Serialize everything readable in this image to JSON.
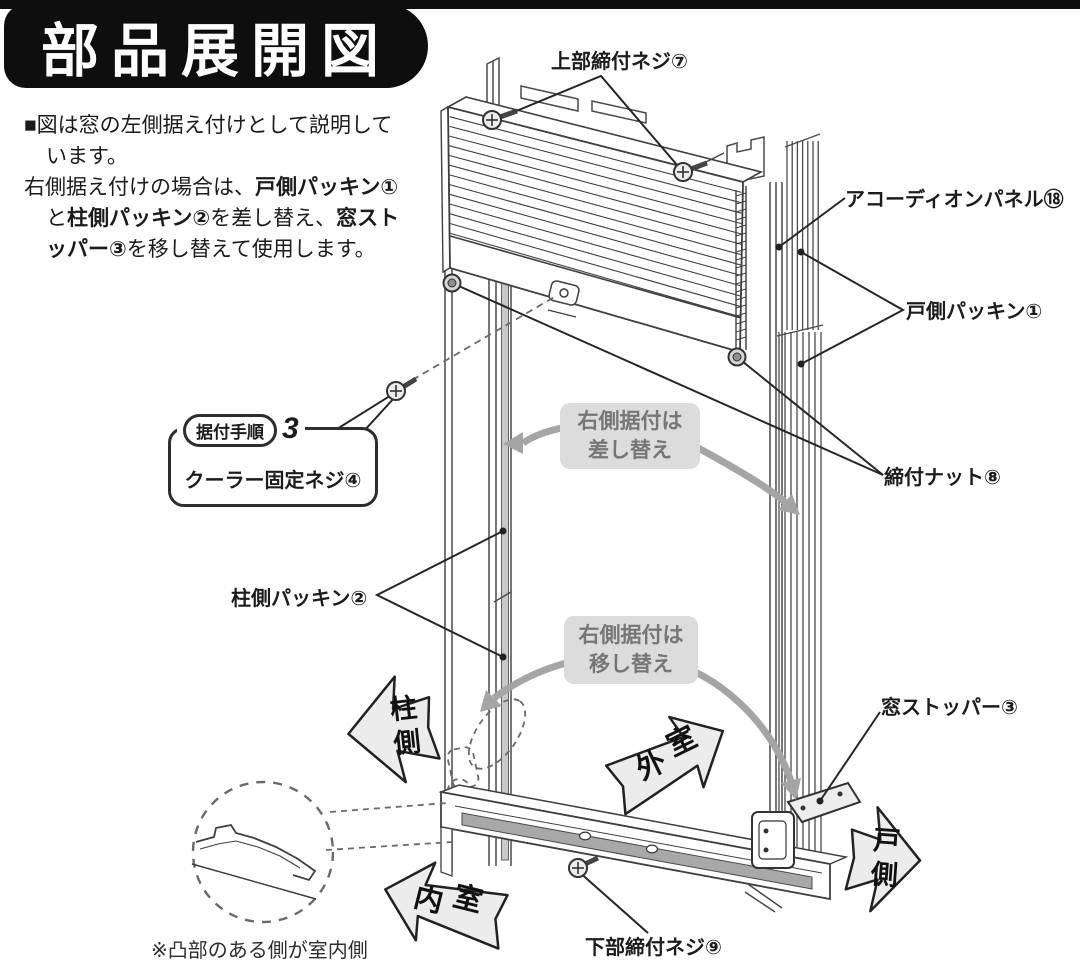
{
  "title": "部品展開図",
  "description": {
    "bullet_paragraphs": [
      {
        "segments": [
          {
            "text": "■図は窓の左側据え付けとして説明しています。",
            "bold": false
          }
        ]
      },
      {
        "segments": [
          {
            "text": "右側据え付けの場合は、",
            "bold": false
          },
          {
            "text": "戸側パッキン①",
            "bold": true
          },
          {
            "text": "と",
            "bold": false
          },
          {
            "text": "柱側パッキン②",
            "bold": true
          },
          {
            "text": "を差し替え、",
            "bold": false
          },
          {
            "text": "窓ストッパー③",
            "bold": true
          },
          {
            "text": "を移し替えて使用します。",
            "bold": false
          }
        ]
      }
    ]
  },
  "part_labels": {
    "upper_fastening_screw": "上部締付ネジ⑦",
    "accordion_panel": "アコーディオンパネル⑱",
    "door_side_packing": "戸側パッキン①",
    "fastening_nut": "締付ナット⑧",
    "cooler_fixing_screw": "クーラー固定ネジ④",
    "pillar_side_packing": "柱側パッキン②",
    "window_stopper": "窓ストッパー③",
    "lower_fastening_screw": "下部締付ネジ⑨"
  },
  "procedure_badge": {
    "label": "据付手順",
    "number": "3"
  },
  "callouts": {
    "swap": {
      "line1": "右側据付は",
      "line2": "差し替え"
    },
    "relocate": {
      "line1": "右側据付は",
      "line2": "移し替え"
    }
  },
  "direction_arrows": {
    "pillar_side": {
      "chars": [
        "柱",
        "側"
      ]
    },
    "door_side": {
      "chars": [
        "戸",
        "側"
      ]
    },
    "outdoor": {
      "chars": [
        "外",
        "室"
      ]
    },
    "indoor": {
      "chars": [
        "内",
        "室"
      ]
    }
  },
  "footnote": "※凸部のある側が室内側",
  "colors": {
    "banner_bg": "#0e0e0e",
    "line_art": "#3f3f3f",
    "gray_arrow": "#a5a5a5",
    "callout_bg": "#dcdcdc",
    "callout_text": "#767676",
    "direction_arrow_fill": "#ececec",
    "packing_fill": "#c9c9c9",
    "sill_rail_fill": "#a8a8a8"
  }
}
